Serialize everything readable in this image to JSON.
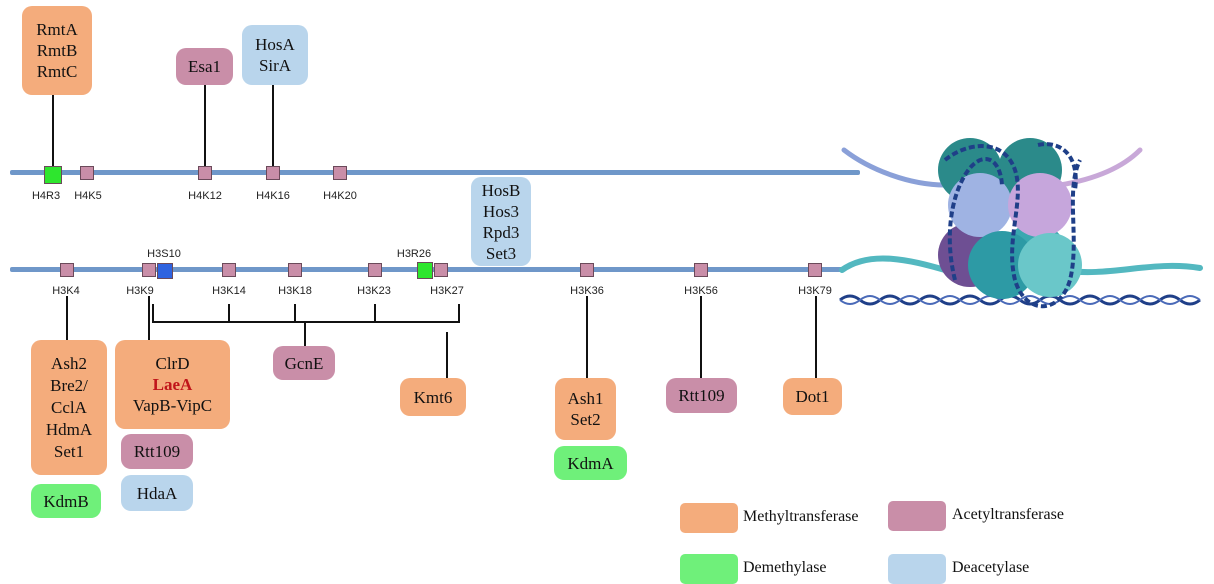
{
  "h4": {
    "sites": [
      {
        "label": "H4R3"
      },
      {
        "label": "H4K5"
      },
      {
        "label": "H4K12"
      },
      {
        "label": "H4K16"
      },
      {
        "label": "H4K20"
      }
    ],
    "boxes": {
      "rmt": [
        "RmtA",
        "RmtB",
        "RmtC"
      ],
      "esa": [
        "Esa1"
      ],
      "hos": [
        "HosA",
        "SirA"
      ]
    }
  },
  "h3": {
    "sites": [
      {
        "label": "H3K4"
      },
      {
        "label": "H3K9"
      },
      {
        "label": "H3S10"
      },
      {
        "label": "H3K14"
      },
      {
        "label": "H3K18"
      },
      {
        "label": "H3K23"
      },
      {
        "label": "H3R26"
      },
      {
        "label": "H3K27"
      },
      {
        "label": "H3K36"
      },
      {
        "label": "H3K56"
      },
      {
        "label": "H3K79"
      }
    ],
    "boxes": {
      "hosb": [
        "HosB",
        "Hos3",
        "Rpd3",
        "Set3"
      ],
      "ash2": [
        "Ash2",
        "Bre2/",
        "CclA",
        "HdmA",
        "Set1"
      ],
      "kdmb": [
        "KdmB"
      ],
      "clrd": [
        "ClrD",
        "LaeA",
        "VapB-VipC"
      ],
      "rtt109a": [
        "Rtt109"
      ],
      "hdaa": [
        "HdaA"
      ],
      "gcne": [
        "GcnE"
      ],
      "kmt6": [
        "Kmt6"
      ],
      "ash1": [
        "Ash1",
        "Set2"
      ],
      "kdma": [
        "KdmA"
      ],
      "rtt109b": [
        "Rtt109"
      ],
      "dot1": [
        "Dot1"
      ]
    }
  },
  "legend": {
    "methyl": "Methyltransferase",
    "acetyl": "Acetyltransferase",
    "demethyl": "Demethylase",
    "deacetyl": "Deacetylase"
  },
  "colors": {
    "methyltransferase": "#f4ac7c",
    "acetyltransferase": "#c98ea8",
    "demethylase": "#6ff07a",
    "deacetylase": "#b9d5ec",
    "arginine_site": "#2ee62e",
    "serine_site": "#2f63e0",
    "lysine_site": "#c98ea8"
  },
  "nucleosome_icon": "nucleosome-icon"
}
